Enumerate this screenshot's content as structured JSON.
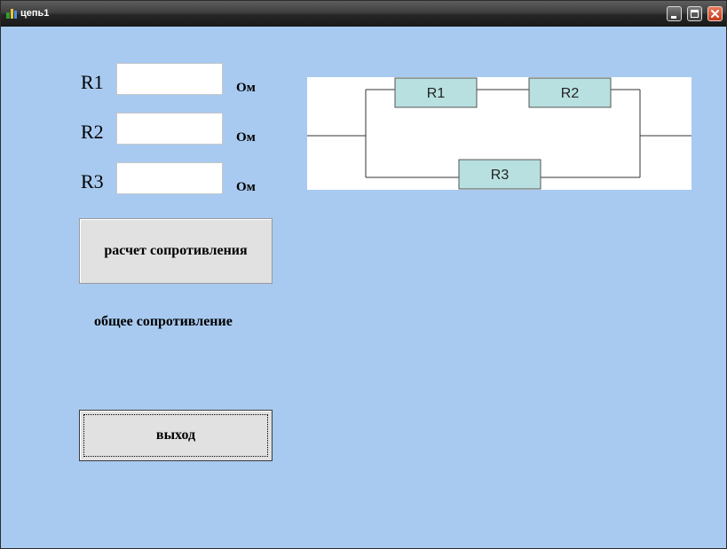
{
  "window": {
    "title": "цепь1",
    "icon": "app-icon"
  },
  "form": {
    "r1_label": "R1",
    "r2_label": "R2",
    "r3_label": "R3",
    "r1_value": "",
    "r2_value": "",
    "r3_value": "",
    "r1_unit": "Ом",
    "r2_unit": "Ом",
    "r3_unit": "Ом",
    "calc_button": "расчет сопротивления",
    "result_label": "общее сопротивление",
    "exit_button": "выход"
  },
  "diagram": {
    "r1": "R1",
    "r2": "R2",
    "r3": "R3",
    "resistor_fill": "#b8e0e0"
  }
}
